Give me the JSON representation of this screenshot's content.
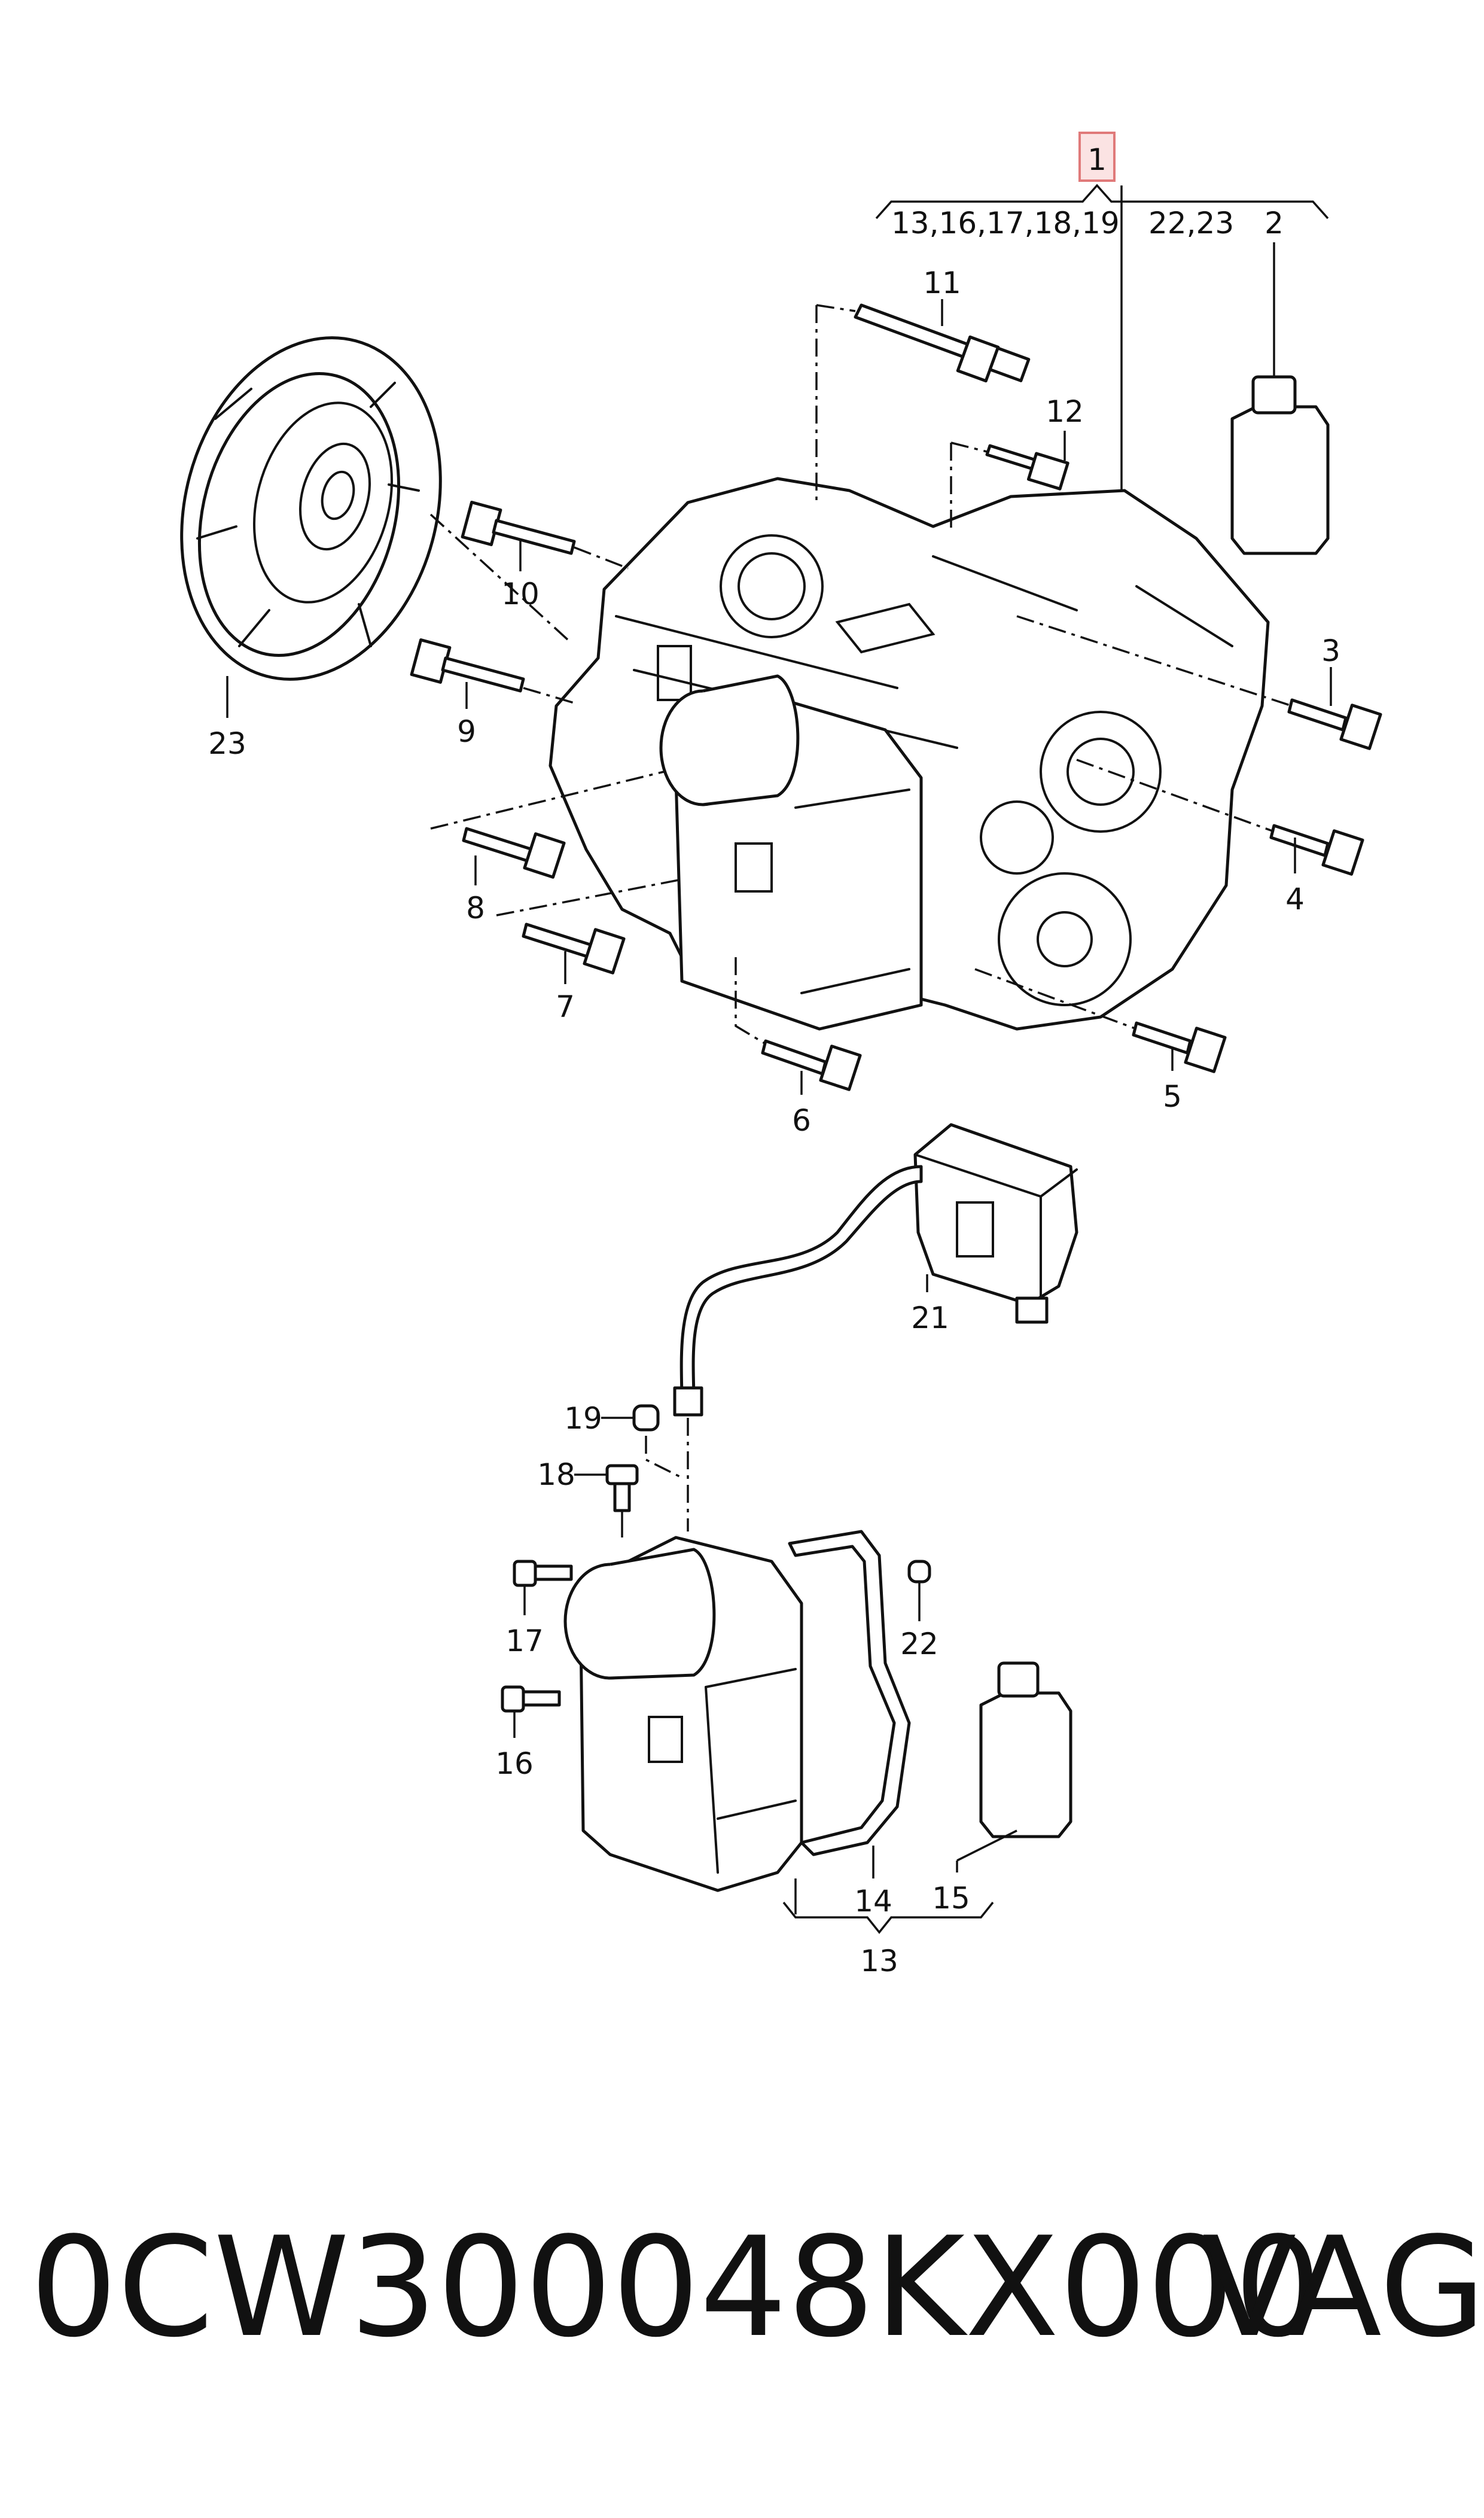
{
  "callouts": {
    "c1": "1",
    "c2": "2",
    "c3": "3",
    "c4": "4",
    "c5": "5",
    "c6": "6",
    "c7": "7",
    "c8": "8",
    "c9": "9",
    "c10": "10",
    "c11": "11",
    "c12": "12",
    "c13": "13",
    "c14": "14",
    "c15": "15",
    "c16": "16",
    "c17": "17",
    "c18": "18",
    "c19": "19",
    "c21": "21",
    "c22": "22",
    "c23": "23"
  },
  "references": {
    "group_1_a": "13,16,17,18,19",
    "group_1_b": "22,23"
  },
  "footer": {
    "part_number": "0CW300048KX000",
    "brand": "VAG"
  },
  "colors": {
    "line": "#111111",
    "highlight_box": "#e07a7a",
    "highlight_fill": "#fbe3e3"
  }
}
